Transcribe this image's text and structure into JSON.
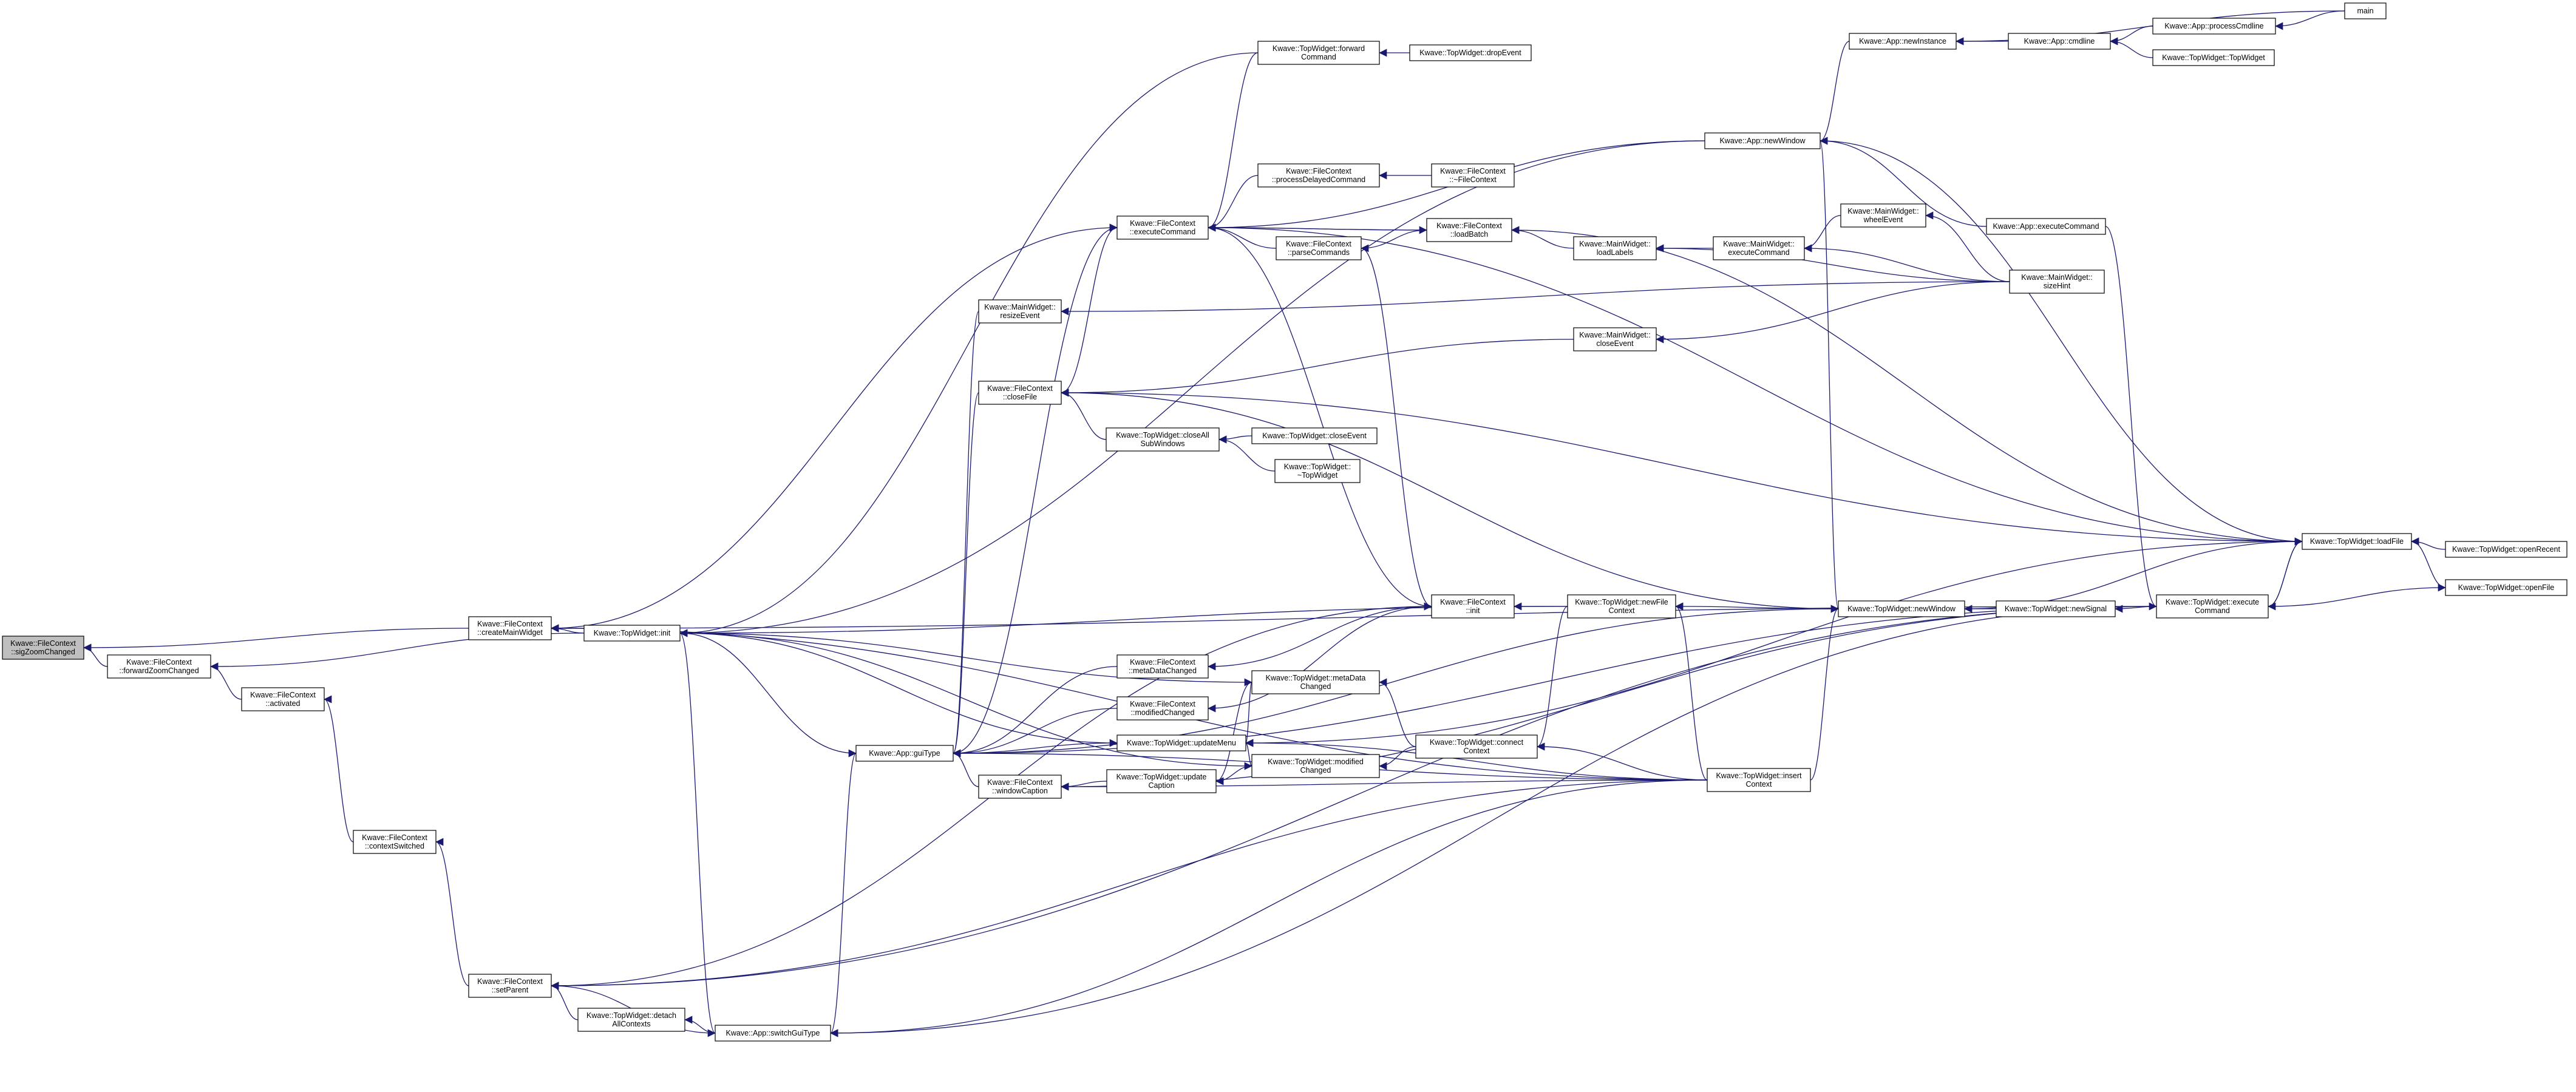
{
  "colors": {
    "edge": "#191970",
    "node_border": "#000000",
    "node_fill": "#ffffff",
    "highlight_fill": "#bfbfbf",
    "background": "#ffffff"
  },
  "nodes": [
    {
      "id": "sigZoomChanged",
      "lines": [
        "Kwave::FileContext",
        "::sigZoomChanged"
      ],
      "highlight": true
    },
    {
      "id": "createMainWidget",
      "lines": [
        "Kwave::FileContext",
        "::createMainWidget"
      ]
    },
    {
      "id": "forwardZoomChanged",
      "lines": [
        "Kwave::FileContext",
        "::forwardZoomChanged"
      ]
    },
    {
      "id": "activated",
      "lines": [
        "Kwave::FileContext",
        "::activated"
      ]
    },
    {
      "id": "contextSwitched",
      "lines": [
        "Kwave::FileContext",
        "::contextSwitched"
      ]
    },
    {
      "id": "setParent",
      "lines": [
        "Kwave::FileContext",
        "::setParent"
      ]
    },
    {
      "id": "detachAllContexts",
      "lines": [
        "Kwave::TopWidget::detach",
        "AllContexts"
      ]
    },
    {
      "id": "switchGuiType",
      "lines": [
        "Kwave::App::switchGuiType"
      ]
    },
    {
      "id": "twInit",
      "lines": [
        "Kwave::TopWidget::init"
      ]
    },
    {
      "id": "guiType",
      "lines": [
        "Kwave::App::guiType"
      ]
    },
    {
      "id": "resizeEvent",
      "lines": [
        "Kwave::MainWidget::",
        "resizeEvent"
      ]
    },
    {
      "id": "closeFile",
      "lines": [
        "Kwave::FileContext",
        "::closeFile"
      ]
    },
    {
      "id": "windowCaption",
      "lines": [
        "Kwave::FileContext",
        "::windowCaption"
      ]
    },
    {
      "id": "metaDataChangedFC",
      "lines": [
        "Kwave::FileContext",
        "::metaDataChanged"
      ]
    },
    {
      "id": "modifiedChangedFC",
      "lines": [
        "Kwave::FileContext",
        "::modifiedChanged"
      ]
    },
    {
      "id": "updateMenu",
      "lines": [
        "Kwave::TopWidget::updateMenu"
      ]
    },
    {
      "id": "updateCaption",
      "lines": [
        "Kwave::TopWidget::update",
        "Caption"
      ]
    },
    {
      "id": "closeAllSubWindows",
      "lines": [
        "Kwave::TopWidget::closeAll",
        "SubWindows"
      ]
    },
    {
      "id": "twCloseEvent",
      "lines": [
        "Kwave::TopWidget::closeEvent"
      ]
    },
    {
      "id": "twDestructor",
      "lines": [
        "Kwave::TopWidget::",
        "~TopWidget"
      ]
    },
    {
      "id": "executeCommandFC",
      "lines": [
        "Kwave::FileContext",
        "::executeCommand"
      ]
    },
    {
      "id": "forwardCommand",
      "lines": [
        "Kwave::TopWidget::forward",
        "Command"
      ]
    },
    {
      "id": "dropEvent",
      "lines": [
        "Kwave::TopWidget::dropEvent"
      ]
    },
    {
      "id": "processDelayedCommand",
      "lines": [
        "Kwave::FileContext",
        "::processDelayedCommand"
      ]
    },
    {
      "id": "fcDestructor",
      "lines": [
        "Kwave::FileContext",
        "::~FileContext"
      ]
    },
    {
      "id": "parseCommands",
      "lines": [
        "Kwave::FileContext",
        "::parseCommands"
      ]
    },
    {
      "id": "loadBatch",
      "lines": [
        "Kwave::FileContext",
        "::loadBatch"
      ]
    },
    {
      "id": "loadLabels",
      "lines": [
        "Kwave::MainWidget::",
        "loadLabels"
      ]
    },
    {
      "id": "mwExecuteCommand",
      "lines": [
        "Kwave::MainWidget::",
        "executeCommand"
      ]
    },
    {
      "id": "wheelEvent",
      "lines": [
        "Kwave::MainWidget::",
        "wheelEvent"
      ]
    },
    {
      "id": "sizeHint",
      "lines": [
        "Kwave::MainWidget::",
        "sizeHint"
      ]
    },
    {
      "id": "mwCloseEvent",
      "lines": [
        "Kwave::MainWidget::",
        "closeEvent"
      ]
    },
    {
      "id": "fcInit",
      "lines": [
        "Kwave::FileContext",
        "::init"
      ]
    },
    {
      "id": "newFileContext",
      "lines": [
        "Kwave::TopWidget::newFile",
        "Context"
      ]
    },
    {
      "id": "twMetaDataChanged",
      "lines": [
        "Kwave::TopWidget::metaData",
        "Changed"
      ]
    },
    {
      "id": "twModifiedChanged",
      "lines": [
        "Kwave::TopWidget::modified",
        "Changed"
      ]
    },
    {
      "id": "connectContext",
      "lines": [
        "Kwave::TopWidget::connect",
        "Context"
      ]
    },
    {
      "id": "insertContext",
      "lines": [
        "Kwave::TopWidget::insert",
        "Context"
      ]
    },
    {
      "id": "twNewWindow",
      "lines": [
        "Kwave::TopWidget::newWindow"
      ]
    },
    {
      "id": "newSignal",
      "lines": [
        "Kwave::TopWidget::newSignal"
      ]
    },
    {
      "id": "twExecuteCommand",
      "lines": [
        "Kwave::TopWidget::execute",
        "Command"
      ]
    },
    {
      "id": "loadFile",
      "lines": [
        "Kwave::TopWidget::loadFile"
      ]
    },
    {
      "id": "openRecent",
      "lines": [
        "Kwave::TopWidget::openRecent"
      ]
    },
    {
      "id": "openFile",
      "lines": [
        "Kwave::TopWidget::openFile"
      ]
    },
    {
      "id": "appNewWindow",
      "lines": [
        "Kwave::App::newWindow"
      ]
    },
    {
      "id": "appExecuteCommand",
      "lines": [
        "Kwave::App::executeCommand"
      ]
    },
    {
      "id": "newInstance",
      "lines": [
        "Kwave::App::newInstance"
      ]
    },
    {
      "id": "cmdline",
      "lines": [
        "Kwave::App::cmdline"
      ]
    },
    {
      "id": "processCmdline",
      "lines": [
        "Kwave::App::processCmdline"
      ]
    },
    {
      "id": "twConstructor",
      "lines": [
        "Kwave::TopWidget::TopWidget"
      ]
    },
    {
      "id": "main",
      "lines": [
        "main"
      ]
    }
  ],
  "edges": [
    [
      "createMainWidget",
      "sigZoomChanged"
    ],
    [
      "forwardZoomChanged",
      "sigZoomChanged"
    ],
    [
      "twInit",
      "createMainWidget"
    ],
    [
      "executeCommandFC",
      "createMainWidget"
    ],
    [
      "insertContext",
      "createMainWidget"
    ],
    [
      "twExecuteCommand",
      "createMainWidget"
    ],
    [
      "activated",
      "forwardZoomChanged"
    ],
    [
      "twInit",
      "forwardZoomChanged"
    ],
    [
      "contextSwitched",
      "activated"
    ],
    [
      "setParent",
      "contextSwitched"
    ],
    [
      "detachAllContexts",
      "setParent"
    ],
    [
      "switchGuiType",
      "setParent"
    ],
    [
      "insertContext",
      "setParent"
    ],
    [
      "twExecuteCommand",
      "setParent"
    ],
    [
      "switchGuiType",
      "detachAllContexts"
    ],
    [
      "guiType",
      "switchGuiType"
    ],
    [
      "twInit",
      "switchGuiType"
    ],
    [
      "insertContext",
      "switchGuiType"
    ],
    [
      "twExecuteCommand",
      "switchGuiType"
    ],
    [
      "forwardCommand",
      "twInit"
    ],
    [
      "newFileContext",
      "twInit"
    ],
    [
      "appNewWindow",
      "twInit"
    ],
    [
      "resizeEvent",
      "guiType"
    ],
    [
      "closeFile",
      "guiType"
    ],
    [
      "windowCaption",
      "guiType"
    ],
    [
      "metaDataChangedFC",
      "guiType"
    ],
    [
      "modifiedChangedFC",
      "guiType"
    ],
    [
      "updateMenu",
      "guiType"
    ],
    [
      "twInit",
      "guiType"
    ],
    [
      "insertContext",
      "guiType"
    ],
    [
      "twNewWindow",
      "guiType"
    ],
    [
      "twExecuteCommand",
      "guiType"
    ],
    [
      "sizeHint",
      "resizeEvent"
    ],
    [
      "closeAllSubWindows",
      "closeFile"
    ],
    [
      "mwCloseEvent",
      "closeFile"
    ],
    [
      "twNewWindow",
      "closeFile"
    ],
    [
      "loadFile",
      "closeFile"
    ],
    [
      "twCloseEvent",
      "closeAllSubWindows"
    ],
    [
      "twDestructor",
      "closeAllSubWindows"
    ],
    [
      "closeFile",
      "executeCommandFC"
    ],
    [
      "guiType",
      "executeCommandFC"
    ],
    [
      "forwardCommand",
      "executeCommandFC"
    ],
    [
      "processDelayedCommand",
      "executeCommandFC"
    ],
    [
      "parseCommands",
      "executeCommandFC"
    ],
    [
      "loadBatch",
      "executeCommandFC"
    ],
    [
      "appNewWindow",
      "executeCommandFC"
    ],
    [
      "loadFile",
      "executeCommandFC"
    ],
    [
      "dropEvent",
      "forwardCommand"
    ],
    [
      "fcDestructor",
      "processDelayedCommand"
    ],
    [
      "loadBatch",
      "parseCommands"
    ],
    [
      "executeCommandFC",
      "loadBatch"
    ],
    [
      "loadLabels",
      "loadBatch"
    ],
    [
      "loadFile",
      "loadBatch"
    ],
    [
      "mwExecuteCommand",
      "loadLabels"
    ],
    [
      "sizeHint",
      "loadLabels"
    ],
    [
      "wheelEvent",
      "mwExecuteCommand"
    ],
    [
      "sizeHint",
      "mwExecuteCommand"
    ],
    [
      "sizeHint",
      "wheelEvent"
    ],
    [
      "sizeHint",
      "mwCloseEvent"
    ],
    [
      "executeCommandFC",
      "fcInit"
    ],
    [
      "parseCommands",
      "fcInit"
    ],
    [
      "newFileContext",
      "fcInit"
    ],
    [
      "fcInit",
      "metaDataChangedFC"
    ],
    [
      "fcInit",
      "modifiedChangedFC"
    ],
    [
      "fcInit",
      "setParent"
    ],
    [
      "twInit",
      "updateMenu"
    ],
    [
      "loadFile",
      "updateMenu"
    ],
    [
      "twMetaDataChanged",
      "updateMenu"
    ],
    [
      "twModifiedChanged",
      "updateMenu"
    ],
    [
      "insertContext",
      "updateMenu"
    ],
    [
      "updateCaption",
      "windowCaption"
    ],
    [
      "twInit",
      "twMetaDataChanged"
    ],
    [
      "twInit",
      "twModifiedChanged"
    ],
    [
      "insertContext",
      "windowCaption"
    ],
    [
      "twExecuteCommand",
      "windowCaption"
    ],
    [
      "twMetaDataChanged",
      "updateCaption"
    ],
    [
      "twModifiedChanged",
      "updateCaption"
    ],
    [
      "connectContext",
      "twMetaDataChanged"
    ],
    [
      "connectContext",
      "twModifiedChanged"
    ],
    [
      "newFileContext",
      "connectContext"
    ],
    [
      "insertContext",
      "connectContext"
    ],
    [
      "twNewWindow",
      "newFileContext"
    ],
    [
      "insertContext",
      "newFileContext"
    ],
    [
      "insertContext",
      "twNewWindow"
    ],
    [
      "newSignal",
      "twNewWindow"
    ],
    [
      "appNewWindow",
      "twNewWindow"
    ],
    [
      "loadFile",
      "twNewWindow"
    ],
    [
      "twExecuteCommand",
      "newSignal"
    ],
    [
      "loadFile",
      "twExecuteCommand"
    ],
    [
      "twExecuteCommand",
      "loadFile"
    ],
    [
      "openRecent",
      "loadFile"
    ],
    [
      "openFile",
      "loadFile"
    ],
    [
      "appNewWindow",
      "loadFile"
    ],
    [
      "twExecuteCommand",
      "openFile"
    ],
    [
      "newInstance",
      "appNewWindow"
    ],
    [
      "appExecuteCommand",
      "appNewWindow"
    ],
    [
      "appExecuteCommand",
      "twExecuteCommand"
    ],
    [
      "cmdline",
      "newInstance"
    ],
    [
      "processCmdline",
      "cmdline"
    ],
    [
      "twConstructor",
      "cmdline"
    ],
    [
      "main",
      "processCmdline"
    ],
    [
      "main",
      "newInstance"
    ]
  ]
}
